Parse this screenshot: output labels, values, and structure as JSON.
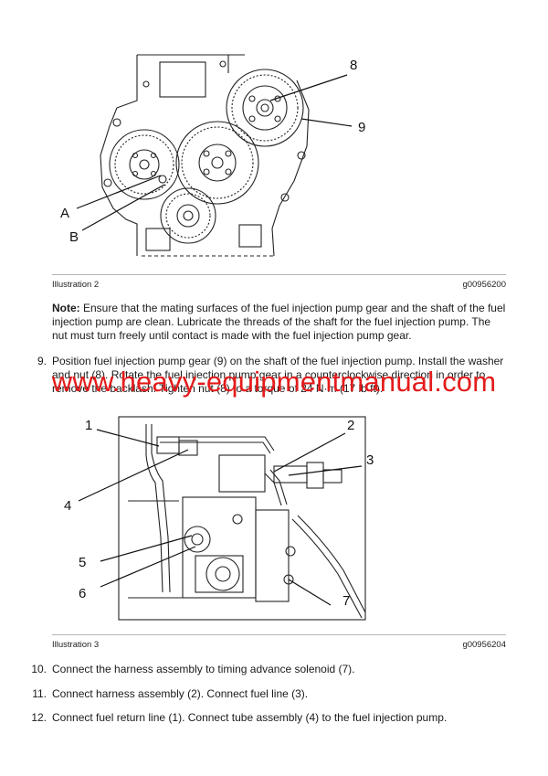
{
  "figure1": {
    "callouts": [
      "8",
      "9",
      "A",
      "B"
    ],
    "caption_left": "Illustration 2",
    "caption_right": "g00956200"
  },
  "note": {
    "label": "Note:",
    "text": " Ensure that the mating surfaces of the fuel injection pump gear and the shaft of the fuel injection pump are clean. Lubricate the threads of the shaft for the fuel injection pump. The nut must turn freely until contact is made with the fuel injection pump gear."
  },
  "step9": {
    "number": "9.",
    "text": "Position fuel injection pump gear (9) on the shaft of the fuel injection pump. Install the washer and nut (8). Rotate the fuel injection pump gear in a counterclockwise direction in order to remove the backlash. Tighten nut (8) to a torque of 24 N·m (17 lb ft)."
  },
  "watermark": "www.heavy-equipmentmanual.com",
  "figure2": {
    "callouts": [
      "1",
      "2",
      "3",
      "4",
      "5",
      "6",
      "7"
    ],
    "caption_left": "Illustration 3",
    "caption_right": "g00956204"
  },
  "steps": [
    {
      "number": "10.",
      "text": "Connect the harness assembly to timing advance solenoid (7)."
    },
    {
      "number": "11.",
      "text": "Connect harness assembly (2). Connect fuel line (3)."
    },
    {
      "number": "12.",
      "text": "Connect fuel return line (1). Connect tube assembly (4) to the fuel injection pump."
    }
  ]
}
